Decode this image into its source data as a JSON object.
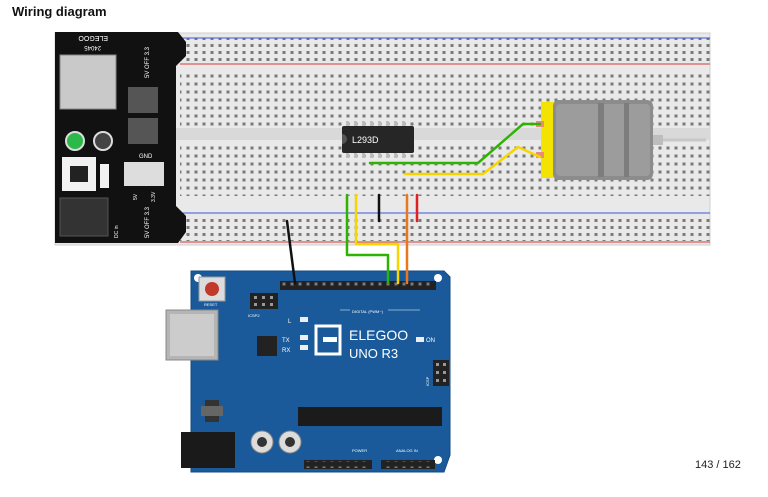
{
  "header": {
    "title": "Wiring diagram"
  },
  "footer": {
    "page_number": "143 / 162"
  },
  "power_module": {
    "brand": "ELEGOO",
    "model": "24045",
    "voltage_label_top": "5V OFF 3.3",
    "voltage_label_bottom": "5V OFF 3.3",
    "gnd_label": "GND",
    "pin_5v": "5V",
    "pin_3v3": "3.3V",
    "dc_label": "DC in"
  },
  "ic": {
    "label": "L293D"
  },
  "arduino": {
    "brand": "ELEGOO",
    "model": "UNO R3",
    "reset_label": "RESET",
    "icsp2_label": "ICSP2",
    "icsp_label": "ICSP",
    "digital_label": "DIGITAL (PWM~)",
    "power_label": "POWER",
    "analog_label": "ANALOG IN",
    "on_label": "ON",
    "led_l": "L",
    "led_tx": "TX",
    "led_rx": "RX"
  },
  "wire_colors": {
    "green": "#2db400",
    "yellow": "#f5d600",
    "orange": "#e8781e",
    "red": "#e02020",
    "black": "#111111"
  }
}
